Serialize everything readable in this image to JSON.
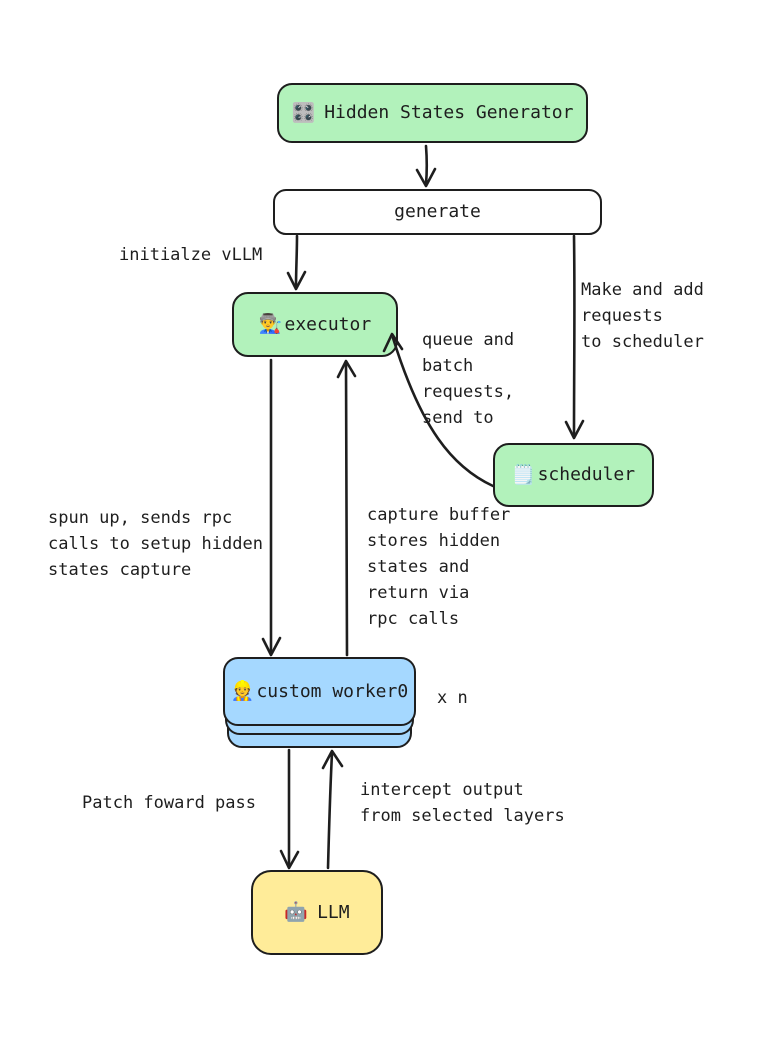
{
  "colors": {
    "stroke": "#1e1e1e",
    "green": "#b2f2bb",
    "blue": "#a5d8ff",
    "yellow": "#ffec99",
    "white": "#ffffff",
    "background": "#ffffff"
  },
  "nodes": {
    "generator": {
      "icon": "🎛️",
      "label": "Hidden States Generator"
    },
    "generate": {
      "label": "generate"
    },
    "executor": {
      "icon": "👨‍🏭",
      "label": "executor"
    },
    "scheduler": {
      "icon": "🗒️",
      "label": "scheduler"
    },
    "worker": {
      "icon": "👷",
      "label": "custom worker0"
    },
    "worker_multiplier": "x n",
    "llm": {
      "icon": "🤖",
      "label": "LLM"
    }
  },
  "annotations": {
    "initialize_vllm": "initialze vLLM",
    "make_add_requests": "Make and add\nrequests\nto scheduler",
    "queue_batch": "queue and\nbatch\nrequests,\nsend to",
    "spun_up": "spun up, sends rpc\ncalls to setup hidden\nstates capture",
    "capture_buffer": "capture buffer\nstores hidden\nstates and\nreturn via\nrpc calls",
    "patch_forward": "Patch foward pass",
    "intercept_output": "intercept output\nfrom selected layers"
  }
}
